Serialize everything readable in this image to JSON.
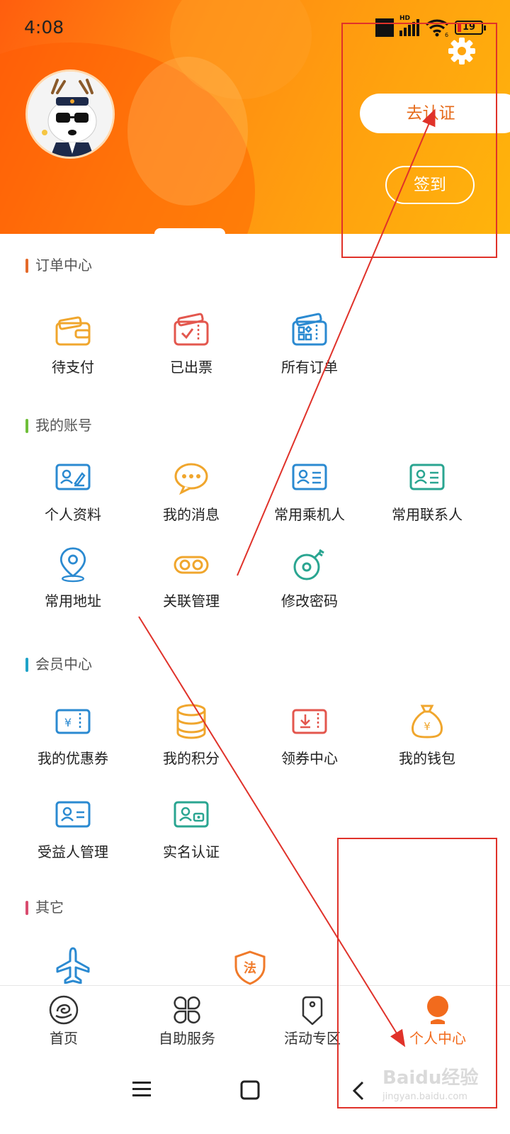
{
  "status_bar": {
    "time": "4:08",
    "network": "HD",
    "wifi_sub": "6",
    "battery": "19"
  },
  "header": {
    "verify_button": "去认证",
    "checkin_button": "签到"
  },
  "sections": {
    "orders": {
      "title": "订单中心",
      "color": "#e46a2a",
      "items": [
        "待支付",
        "已出票",
        "所有订单"
      ]
    },
    "account": {
      "title": "我的账号",
      "color": "#6fbf3a",
      "items": [
        "个人资料",
        "我的消息",
        "常用乘机人",
        "常用联系人",
        "常用地址",
        "关联管理",
        "修改密码"
      ]
    },
    "member": {
      "title": "会员中心",
      "color": "#1fa3c8",
      "items": [
        "我的优惠券",
        "我的积分",
        "领券中心",
        "我的钱包",
        "受益人管理",
        "实名认证"
      ]
    },
    "other": {
      "title": "其它",
      "color": "#d94c6f",
      "law_badge": "法"
    }
  },
  "icon_colors": {
    "yellow": "#f0a62d",
    "red": "#e3574e",
    "blue": "#2b8ad1",
    "green": "#2aa591"
  },
  "bottom_nav": {
    "items": [
      "首页",
      "自助服务",
      "活动专区",
      "个人中心"
    ],
    "active": "个人中心",
    "active_color": "#f26b1d"
  },
  "watermark": {
    "brand": "Baidu经验",
    "url": "jingyan.baidu.com"
  },
  "annotation_color": "#e0322a"
}
